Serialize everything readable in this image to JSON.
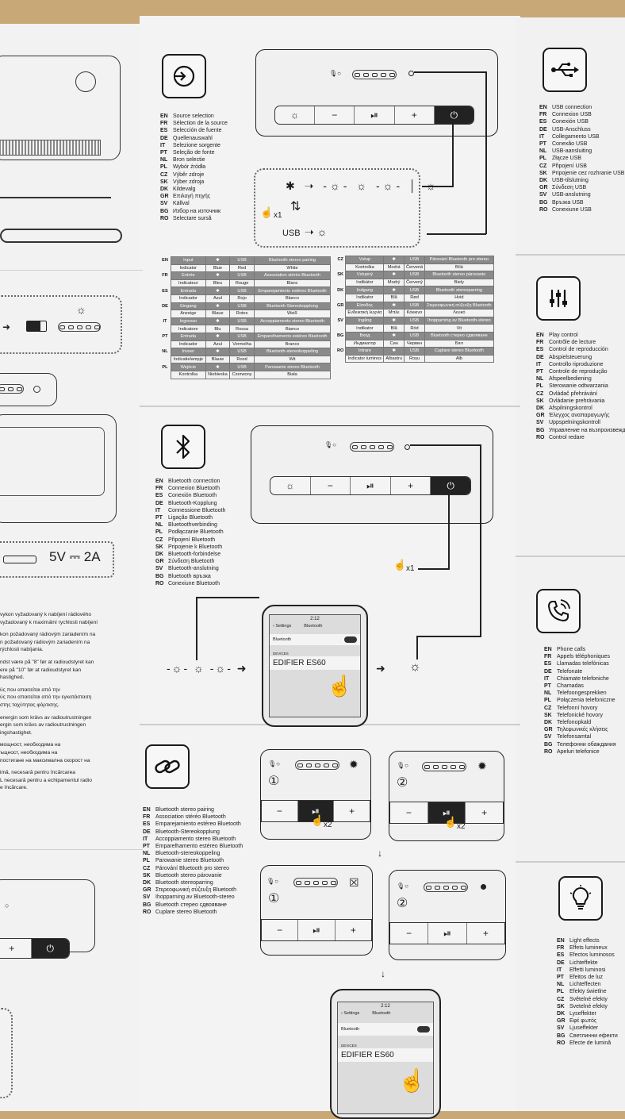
{
  "source_selection": {
    "icon": "power-input-icon",
    "langs": [
      {
        "code": "EN",
        "text": "Source selection"
      },
      {
        "code": "FR",
        "text": "Sélection de la source"
      },
      {
        "code": "ES",
        "text": "Selección de fuente"
      },
      {
        "code": "DE",
        "text": "Quellenauswahl"
      },
      {
        "code": "IT",
        "text": "Selezione sorgente"
      },
      {
        "code": "PT",
        "text": "Seleção de fonte"
      },
      {
        "code": "NL",
        "text": "Bron selectie"
      },
      {
        "code": "PL",
        "text": "Wybór źródła"
      },
      {
        "code": "CZ",
        "text": "Výběr zdroje"
      },
      {
        "code": "SK",
        "text": "Výber zdroja"
      },
      {
        "code": "DK",
        "text": "Kildevalg"
      },
      {
        "code": "GR",
        "text": "Επιλογή πηγής"
      },
      {
        "code": "SV",
        "text": "Källval"
      },
      {
        "code": "BG",
        "text": "Избор на източник"
      },
      {
        "code": "RO",
        "text": "Selectare sursă"
      }
    ],
    "press_label": "x1",
    "usb_label": "USB"
  },
  "usb_connection": {
    "icon": "usb-icon",
    "langs": [
      {
        "code": "EN",
        "text": "USB connection"
      },
      {
        "code": "FR",
        "text": "Connexion USB"
      },
      {
        "code": "ES",
        "text": "Conexión USB"
      },
      {
        "code": "DE",
        "text": "USB-Anschluss"
      },
      {
        "code": "IT",
        "text": "Collegamento USB"
      },
      {
        "code": "PT",
        "text": "Conexão USB"
      },
      {
        "code": "NL",
        "text": "USB-aansluiting"
      },
      {
        "code": "PL",
        "text": "Złącze USB"
      },
      {
        "code": "CZ",
        "text": "Připojení USB"
      },
      {
        "code": "SK",
        "text": "Pripojenie cez rozhranie USB"
      },
      {
        "code": "DK",
        "text": "USB-tilslutning"
      },
      {
        "code": "GR",
        "text": "Σύνδεση USB"
      },
      {
        "code": "SV",
        "text": "USB-anslutning"
      },
      {
        "code": "BG",
        "text": "Връзка USB"
      },
      {
        "code": "RO",
        "text": "Conexiune USB"
      }
    ]
  },
  "play_control": {
    "icon": "sliders-icon",
    "langs": [
      {
        "code": "EN",
        "text": "Play control"
      },
      {
        "code": "FR",
        "text": "Contrôle de lecture"
      },
      {
        "code": "ES",
        "text": "Control de reproducción"
      },
      {
        "code": "DE",
        "text": "Abspielsteuerung"
      },
      {
        "code": "IT",
        "text": "Controllo riproduzione"
      },
      {
        "code": "PT",
        "text": "Controle de reprodução"
      },
      {
        "code": "NL",
        "text": "Afspeelbediening"
      },
      {
        "code": "PL",
        "text": "Sterowanie odtwarzania"
      },
      {
        "code": "CZ",
        "text": "Ovládač přehrávání"
      },
      {
        "code": "SK",
        "text": "Ovládanie prehrávania"
      },
      {
        "code": "DK",
        "text": "Afspilningskontrol"
      },
      {
        "code": "GR",
        "text": "Έλεγχος αναπαραγωγής"
      },
      {
        "code": "SV",
        "text": "Uppspelningskontroll"
      },
      {
        "code": "BG",
        "text": "Управление на възпроизвеждането"
      },
      {
        "code": "RO",
        "text": "Control redare"
      }
    ]
  },
  "bluetooth_connection": {
    "icon": "bluetooth-icon",
    "langs": [
      {
        "code": "EN",
        "text": "Bluetooth connection"
      },
      {
        "code": "FR",
        "text": "Connexion Bluetooth"
      },
      {
        "code": "ES",
        "text": "Conexión Bluetooth"
      },
      {
        "code": "DE",
        "text": "Bluetooth-Kopplung"
      },
      {
        "code": "IT",
        "text": "Connessione Bluetooth"
      },
      {
        "code": "PT",
        "text": "Ligação Bluetooth"
      },
      {
        "code": "NL",
        "text": "Bluetoothverbinding"
      },
      {
        "code": "PL",
        "text": "Podłączanie Bluetooth"
      },
      {
        "code": "CZ",
        "text": "Připojení Bluetooth"
      },
      {
        "code": "SK",
        "text": "Pripojenie k Bluetooth"
      },
      {
        "code": "DK",
        "text": "Bluetooth-forbindelse"
      },
      {
        "code": "GR",
        "text": "Σύνδεση Bluetooth"
      },
      {
        "code": "SV",
        "text": "Bluetooth-anslutning"
      },
      {
        "code": "BG",
        "text": "Bluetooth връзка"
      },
      {
        "code": "RO",
        "text": "Conexiune Bluetooth"
      }
    ],
    "press_label": "x1",
    "phone": {
      "time": "2:12",
      "back": "Settings",
      "title": "Bluetooth",
      "row_label": "Bluetooth",
      "devices_label": "DEVICES",
      "device_name": "EDIFIER ES60"
    }
  },
  "phone_calls": {
    "icon": "phone-icon",
    "langs": [
      {
        "code": "EN",
        "text": "Phone calls"
      },
      {
        "code": "FR",
        "text": "Appels téléphoniques"
      },
      {
        "code": "ES",
        "text": "Llamadas telefónicas"
      },
      {
        "code": "DE",
        "text": "Telefonate"
      },
      {
        "code": "IT",
        "text": "Chiamate telefoniche"
      },
      {
        "code": "PT",
        "text": "Chamadas"
      },
      {
        "code": "NL",
        "text": "Telefoongesprekken"
      },
      {
        "code": "PL",
        "text": "Połączenia telefoniczne"
      },
      {
        "code": "CZ",
        "text": "Telefonní hovory"
      },
      {
        "code": "SK",
        "text": "Telefonické hovory"
      },
      {
        "code": "DK",
        "text": "Telefonopkald"
      },
      {
        "code": "GR",
        "text": "Τηλεφωνικές κλήσεις"
      },
      {
        "code": "SV",
        "text": "Telefonsamtal"
      },
      {
        "code": "BG",
        "text": "Телефонни обаждания"
      },
      {
        "code": "RO",
        "text": "Apeluri telefonice"
      }
    ]
  },
  "stereo_pairing": {
    "icon": "link-icon",
    "langs": [
      {
        "code": "EN",
        "text": "Bluetooth stereo pairing"
      },
      {
        "code": "FR",
        "text": "Association stéréo Bluetooth"
      },
      {
        "code": "ES",
        "text": "Emparejamiento estéreo Bluetooth"
      },
      {
        "code": "DE",
        "text": "Bluetooth-Stereokopplung"
      },
      {
        "code": "IT",
        "text": "Accoppiamento stereo Bluetooth"
      },
      {
        "code": "PT",
        "text": "Emparelhamento estéreo Bluetooth"
      },
      {
        "code": "NL",
        "text": "Bluetooth-stereokoppeling"
      },
      {
        "code": "PL",
        "text": "Parowanie stereo Bluetooth"
      },
      {
        "code": "CZ",
        "text": "Párování Bluetooth pro stereo"
      },
      {
        "code": "SK",
        "text": "Bluetooth stereo párovanie"
      },
      {
        "code": "DK",
        "text": "Bluetooth stereoparring"
      },
      {
        "code": "GR",
        "text": "Στερεοφωνική σύζευξη Bluetooth"
      },
      {
        "code": "SV",
        "text": "Ihopparning av Bluetooth-stereo"
      },
      {
        "code": "BG",
        "text": "Bluetooth стерео сдвояване"
      },
      {
        "code": "RO",
        "text": "Cuplare stereo Bluetooth"
      }
    ],
    "press_label": "x2",
    "step1": "①",
    "step2": "②",
    "phone": {
      "time": "2:12",
      "back": "Settings",
      "title": "Bluetooth",
      "row_label": "Bluetooth",
      "devices_label": "DEVICES",
      "device_name": "EDIFIER ES60"
    }
  },
  "light_effects": {
    "icon": "lightbulb-icon",
    "langs": [
      {
        "code": "EN",
        "text": "Light effects"
      },
      {
        "code": "FR",
        "text": "Effets lumineux"
      },
      {
        "code": "ES",
        "text": "Efectos luminosos"
      },
      {
        "code": "DE",
        "text": "Lichteffekte"
      },
      {
        "code": "IT",
        "text": "Effetti luminosi"
      },
      {
        "code": "PT",
        "text": "Efeitos de luz"
      },
      {
        "code": "NL",
        "text": "Lichteffecten"
      },
      {
        "code": "PL",
        "text": "Efekty świetlne"
      },
      {
        "code": "CZ",
        "text": "Světelné efekty"
      },
      {
        "code": "SK",
        "text": "Svetelné efekty"
      },
      {
        "code": "DK",
        "text": "Lyseffekter"
      },
      {
        "code": "GR",
        "text": "Εφέ φωτός"
      },
      {
        "code": "SV",
        "text": "Ljuseffekter"
      },
      {
        "code": "BG",
        "text": "Светлинни ефекти"
      },
      {
        "code": "RO",
        "text": "Efecte de lumină"
      }
    ]
  },
  "power_spec": "5V ⎓ 2A",
  "table_left": [
    [
      "EN",
      "Input",
      "✱",
      "USB",
      "Bluetooth stereo pairing"
    ],
    [
      "",
      "Indicator",
      "Blue",
      "Red",
      "White"
    ],
    [
      "FR",
      "Entrée",
      "✱",
      "USB",
      "Association stéréo Bluetooth"
    ],
    [
      "",
      "Indicateur",
      "Bleu",
      "Rouge",
      "Blanc"
    ],
    [
      "ES",
      "Entrada",
      "✱",
      "USB",
      "Emparejamiento estéreo Bluetooth"
    ],
    [
      "",
      "Indicador",
      "Azul",
      "Rojo",
      "Blanco"
    ],
    [
      "DE",
      "Eingang",
      "✱",
      "USB",
      "Bluetooth-Stereokopplung"
    ],
    [
      "",
      "Anzeige",
      "Blaue",
      "Rotes",
      "Weiß"
    ],
    [
      "IT",
      "Ingresso",
      "✱",
      "USB",
      "Accoppiamento stereo Bluetooth"
    ],
    [
      "",
      "Indicatore",
      "Blu",
      "Rossa",
      "Bianco"
    ],
    [
      "PT",
      "Entrada",
      "✱",
      "USB",
      "Emparelhamento estéreo Bluetooth"
    ],
    [
      "",
      "Indicador",
      "Azul",
      "Vermelha",
      "Branco"
    ],
    [
      "NL",
      "Invoer",
      "✱",
      "USB",
      "Bluetooth-stereokoppeling"
    ],
    [
      "",
      "Indicatielampje",
      "Blauw",
      "Rood",
      "Wit"
    ],
    [
      "PL",
      "Wejście",
      "✱",
      "USB",
      "Parowanie stereo Bluetooth"
    ],
    [
      "",
      "Kontrolka",
      "Niebieska",
      "Czerwony",
      "Biała"
    ]
  ],
  "table_right": [
    [
      "CZ",
      "Vstup",
      "✱",
      "USB",
      "Párování Bluetooth pro stereo"
    ],
    [
      "",
      "Kontrolka",
      "Modrá",
      "Červená",
      "Bílá"
    ],
    [
      "SK",
      "Vstupný",
      "✱",
      "USB",
      "Bluetooth stereo párovanie"
    ],
    [
      "",
      "Indikátor",
      "Modrý",
      "Červený",
      "Biely"
    ],
    [
      "DK",
      "Indgang",
      "✱",
      "USB",
      "Bluetooth stereoparring"
    ],
    [
      "",
      "Indikator",
      "Blå",
      "Rød",
      "Hvid"
    ],
    [
      "GR",
      "Είσοδος",
      "✱",
      "USB",
      "Στερεοφωνική σύζευξη Bluetooth"
    ],
    [
      "",
      "Ενδεικτική λυχνία",
      "Μπλε",
      "Κόκκινο",
      "Λευκό"
    ],
    [
      "SV",
      "Ingång",
      "✱",
      "USB",
      "Ihopparning av Bluetooth-stereo"
    ],
    [
      "",
      "Indikator",
      "Blå",
      "Röd",
      "Vit"
    ],
    [
      "BG",
      "Вход",
      "✱",
      "USB",
      "Bluetooth стерео сдвояване"
    ],
    [
      "",
      "Индикатор",
      "Син",
      "Червен",
      "Бял"
    ],
    [
      "RO",
      "Intrare",
      "✱",
      "USB",
      "Cuplare stereo Bluetooth"
    ],
    [
      "",
      "Indicator luminos",
      "Albastru",
      "Roșu",
      "Alb"
    ]
  ],
  "left_partial_lines": [
    "vykon vyžadovaný k nabíjení rádiového",
    "vyžadovaný k maximální rychlosti nabíjení",
    "kon požadovaný rádiovým zariadením na",
    "n požadovaný rádiovým zariadením na",
    "rýchlosti nabíjania.",
    "ndst være på \"8\" før at radioudstyret kan",
    "ere på \"10\" før at radioudstyret kan",
    "hastighed.",
    "ύς που απαιτείται από την",
    "ύς που απαιτείται από την εγκατάσταση",
    "στης ταχύτητας φόρτισης.",
    "energin som krävs av radioutrustningen",
    "ergin som krävs av radioutrustningen",
    "ingshastighet.",
    "мощност, необходима на",
    "ъщност, необходима на",
    "постигане на максимална скорост на",
    "imă, necesară pentru încărcarea",
    "L necesară pentru a echipamentul radio",
    "e încărcare."
  ]
}
